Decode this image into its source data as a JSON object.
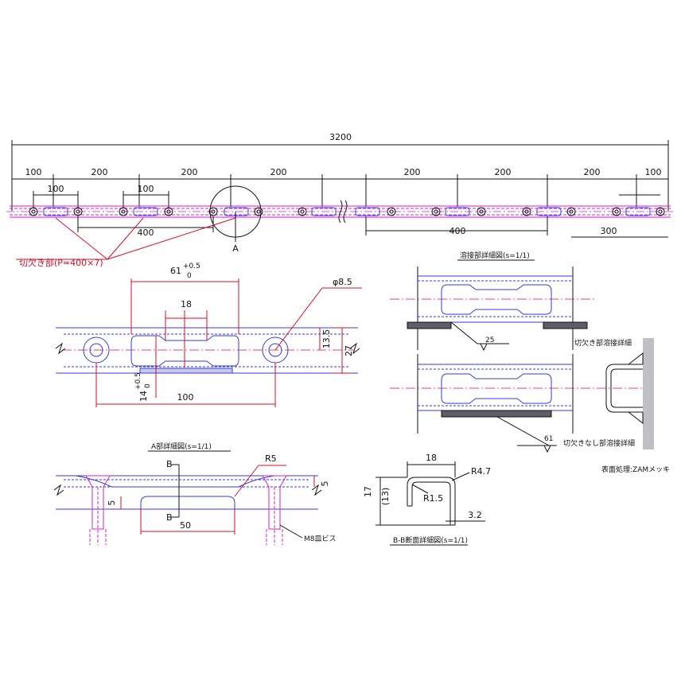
{
  "overall": {
    "total": "3200",
    "top_segments": [
      "100",
      "200",
      "200",
      "200",
      "200",
      "200",
      "200",
      "100"
    ],
    "inner_100_a": "100",
    "inner_100_b": "100",
    "bottom_400_a": "400",
    "bottom_400_b": "400",
    "bottom_300": "300",
    "callout_A": "A",
    "notch_note": "切欠き部(P=400×7)"
  },
  "notch_detail": {
    "slot_length": "61",
    "slot_tol_plus": "+0.5",
    "slot_tol_zero": "0",
    "inner_width": "18",
    "hole_dia": "φ8.5",
    "half_height": "13.5",
    "height": "27",
    "slot_width": "14",
    "slot_width_tol_plus": "+0.5",
    "slot_width_tol_zero": "0",
    "pitch": "100"
  },
  "weld_detail": {
    "title": "溶接部詳細図(s=1/1)",
    "weld_size_top": "25",
    "label_notched": "切欠き部溶接詳細",
    "weld_size_bottom": "61",
    "label_plain": "切欠きなし部溶接詳細"
  },
  "section_A": {
    "title": "A部詳細図(s=1/1)",
    "section_mark_top": "B",
    "section_mark_bottom": "B",
    "radius": "R5",
    "dim_5_right": "5",
    "dim_5_left": "5",
    "slot_len": "50",
    "screw": "M8皿ビス"
  },
  "section_BB": {
    "title": "B-B断面詳細図(s=1/1)",
    "width": "18",
    "outer_radius": "R4.7",
    "inner_radius": "R1.5",
    "height": "17",
    "height_inner": "(13)",
    "thickness": "3.2"
  },
  "surface_treatment": "表面処理:ZAMメッキ"
}
